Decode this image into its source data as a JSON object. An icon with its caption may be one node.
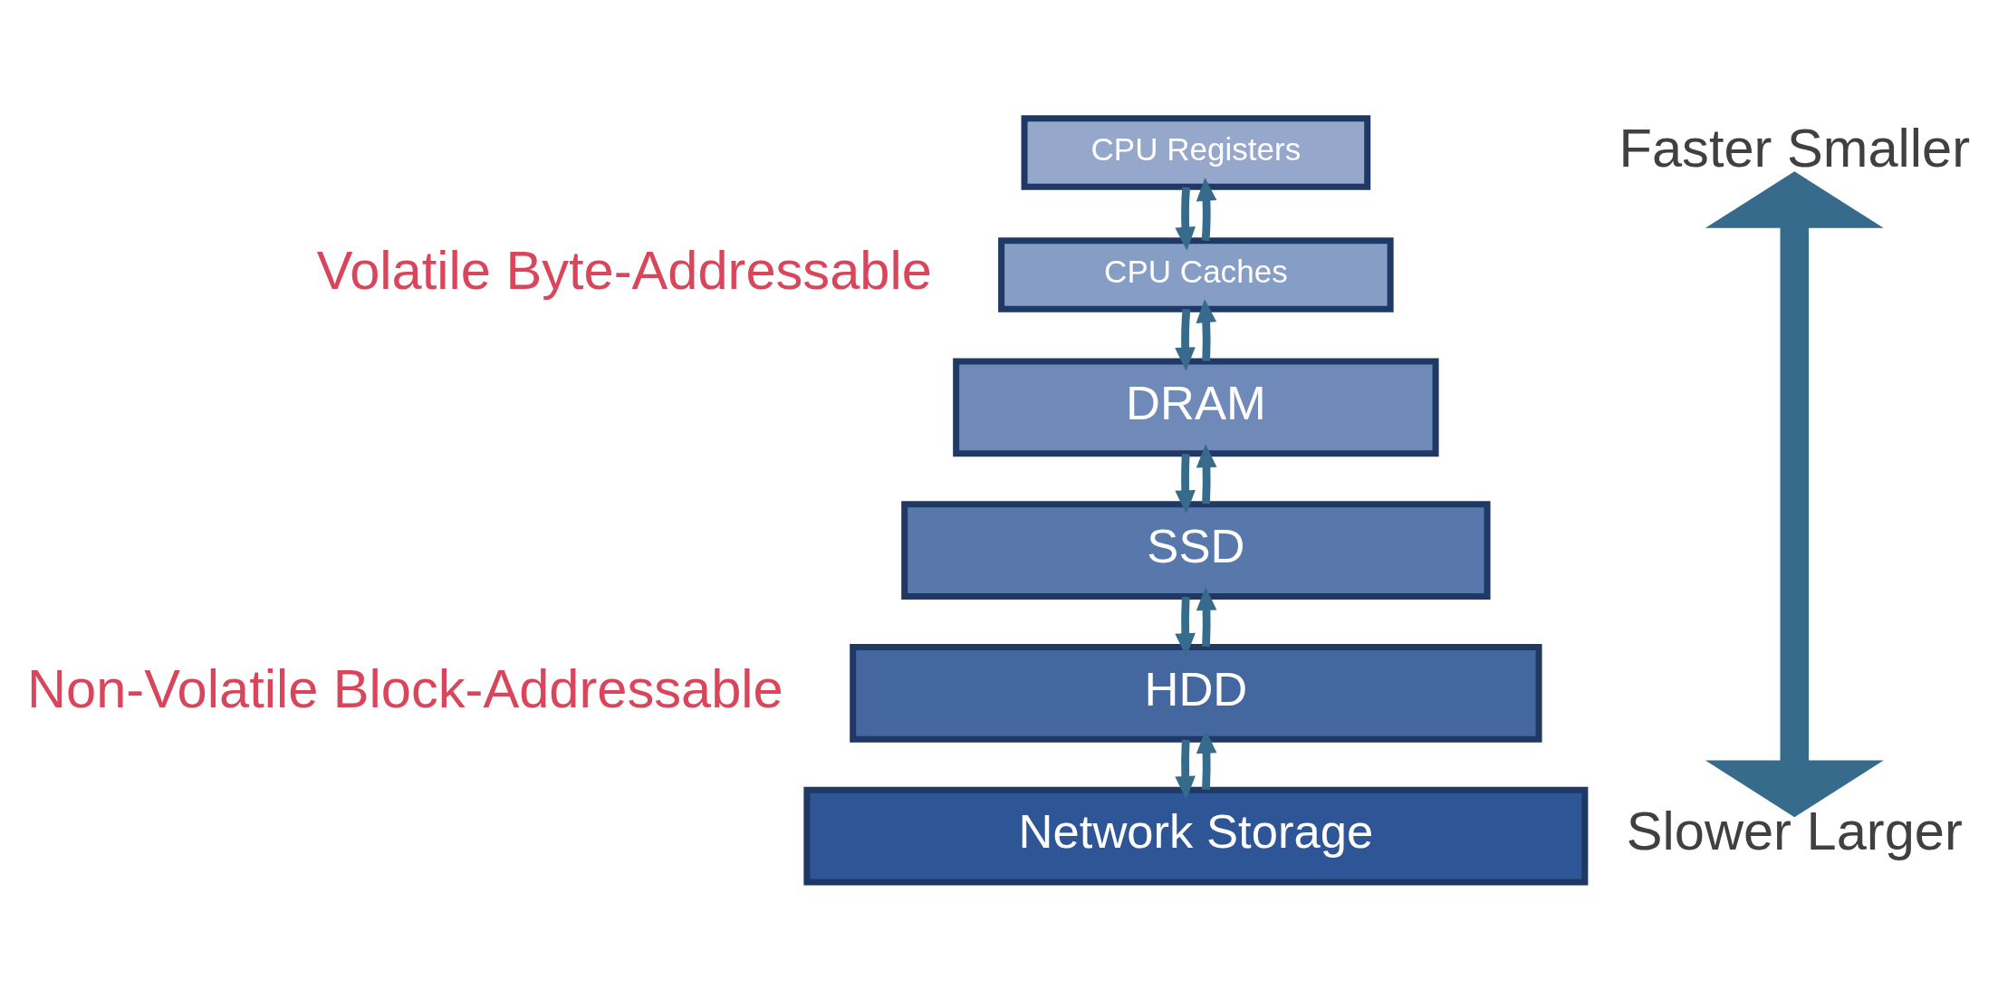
{
  "diagram": {
    "nodes": [
      {
        "text": [
          "CPU Registers"
        ]
      },
      {
        "text": [
          "CPU Caches"
        ]
      },
      {
        "text": [
          "DRAM"
        ]
      },
      {
        "text": [
          "SSD"
        ]
      },
      {
        "text": [
          "HDD"
        ]
      },
      {
        "text": [
          "Network Storage"
        ]
      },
      {
        "text": [
          "Faster Smaller"
        ]
      },
      {
        "text": [
          "Slower Larger"
        ]
      }
    ],
    "edges": [
      {
        "from": 0,
        "to": 1,
        "arrow": "to"
      },
      {
        "from": 1,
        "to": 0,
        "arrow": "to"
      },
      {
        "from": 1,
        "to": 2,
        "arrow": "to"
      },
      {
        "from": 2,
        "to": 1,
        "arrow": "to"
      },
      {
        "from": 2,
        "to": 3,
        "arrow": "to"
      },
      {
        "from": 3,
        "to": 2,
        "arrow": "to"
      },
      {
        "from": 3,
        "to": 4,
        "arrow": "to"
      },
      {
        "from": 4,
        "to": 3,
        "arrow": "to"
      },
      {
        "from": 4,
        "to": 5,
        "arrow": "to"
      },
      {
        "from": 5,
        "to": 4,
        "arrow": "to"
      },
      {
        "from": 6,
        "to": 7,
        "arrow": "both",
        "style": "thick"
      }
    ],
    "labels": [
      "Volatile Byte-Addressable",
      "Non-Volatile Block-Addressable"
    ]
  }
}
